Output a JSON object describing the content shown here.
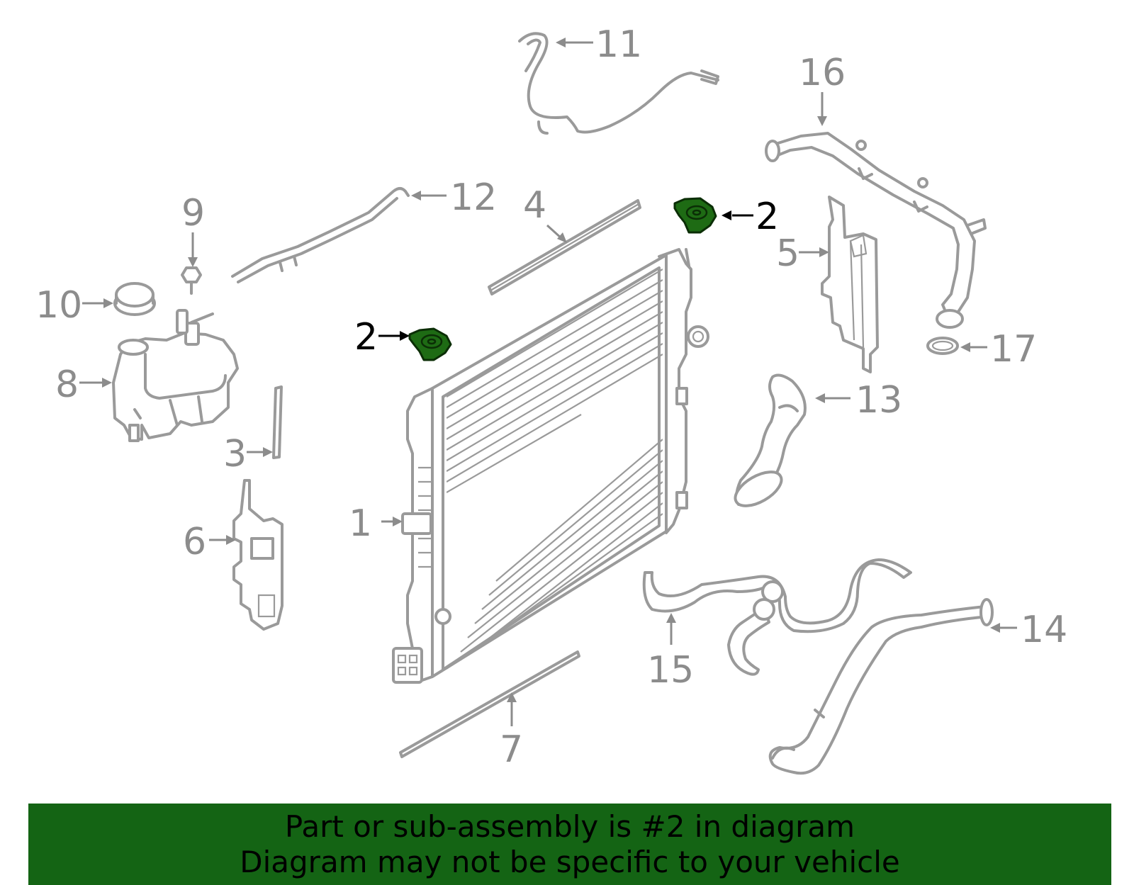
{
  "diagram": {
    "highlight_color": "#1e6b14",
    "part_color": "#9a9a9a",
    "callouts": [
      {
        "id": "1",
        "label": "1"
      },
      {
        "id": "2a",
        "label": "2",
        "highlighted": true
      },
      {
        "id": "2b",
        "label": "2",
        "highlighted": true
      },
      {
        "id": "3",
        "label": "3"
      },
      {
        "id": "4",
        "label": "4"
      },
      {
        "id": "5",
        "label": "5"
      },
      {
        "id": "6",
        "label": "6"
      },
      {
        "id": "7",
        "label": "7"
      },
      {
        "id": "8",
        "label": "8"
      },
      {
        "id": "9",
        "label": "9"
      },
      {
        "id": "10",
        "label": "10"
      },
      {
        "id": "11",
        "label": "11"
      },
      {
        "id": "12",
        "label": "12"
      },
      {
        "id": "13",
        "label": "13"
      },
      {
        "id": "14",
        "label": "14"
      },
      {
        "id": "15",
        "label": "15"
      },
      {
        "id": "16",
        "label": "16"
      },
      {
        "id": "17",
        "label": "17"
      }
    ]
  },
  "banner": {
    "background": "#146414",
    "line1": "Part or sub-assembly is #2 in diagram",
    "line2": "Diagram may not be specific to your vehicle"
  }
}
